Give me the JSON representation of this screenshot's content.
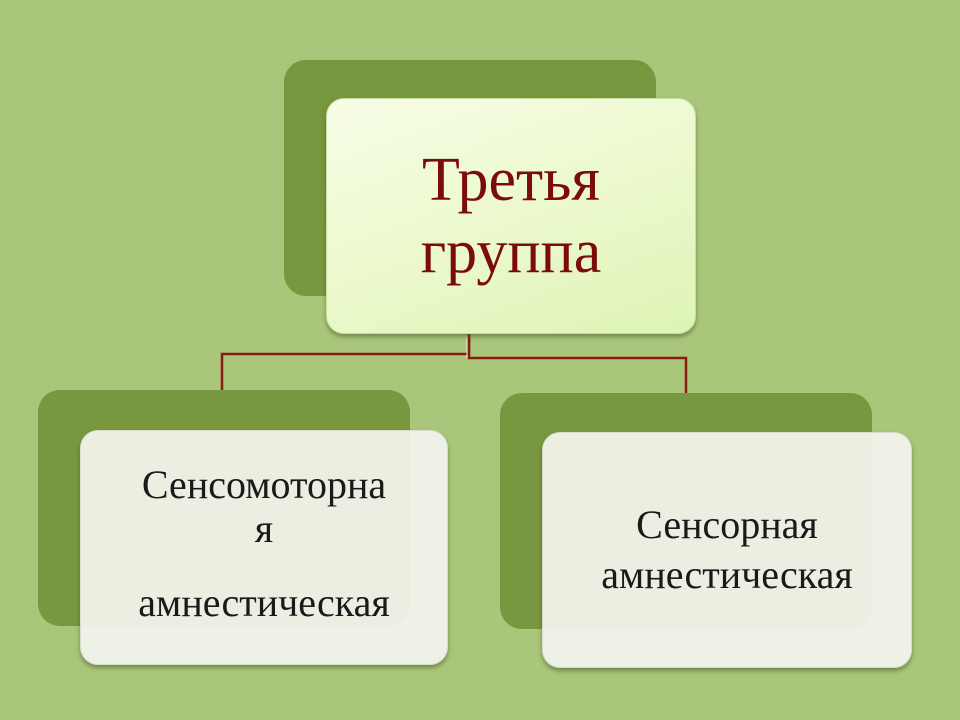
{
  "diagram": {
    "root": {
      "lines": [
        "Третья",
        "группа"
      ]
    },
    "children": [
      {
        "lines": [
          "Сенсомоторна",
          "я",
          "амнестическая"
        ]
      },
      {
        "lines": [
          "Сенсорная",
          "амнестическая"
        ]
      }
    ]
  },
  "colors": {
    "background": "#aac67a",
    "back_shape": "#78973e",
    "root_fill": "#e9f8c8",
    "root_text": "#7c0c0c",
    "child_fill": "#f3f5ee",
    "child_text": "#1a1a1a",
    "connector": "#8a1a12"
  }
}
